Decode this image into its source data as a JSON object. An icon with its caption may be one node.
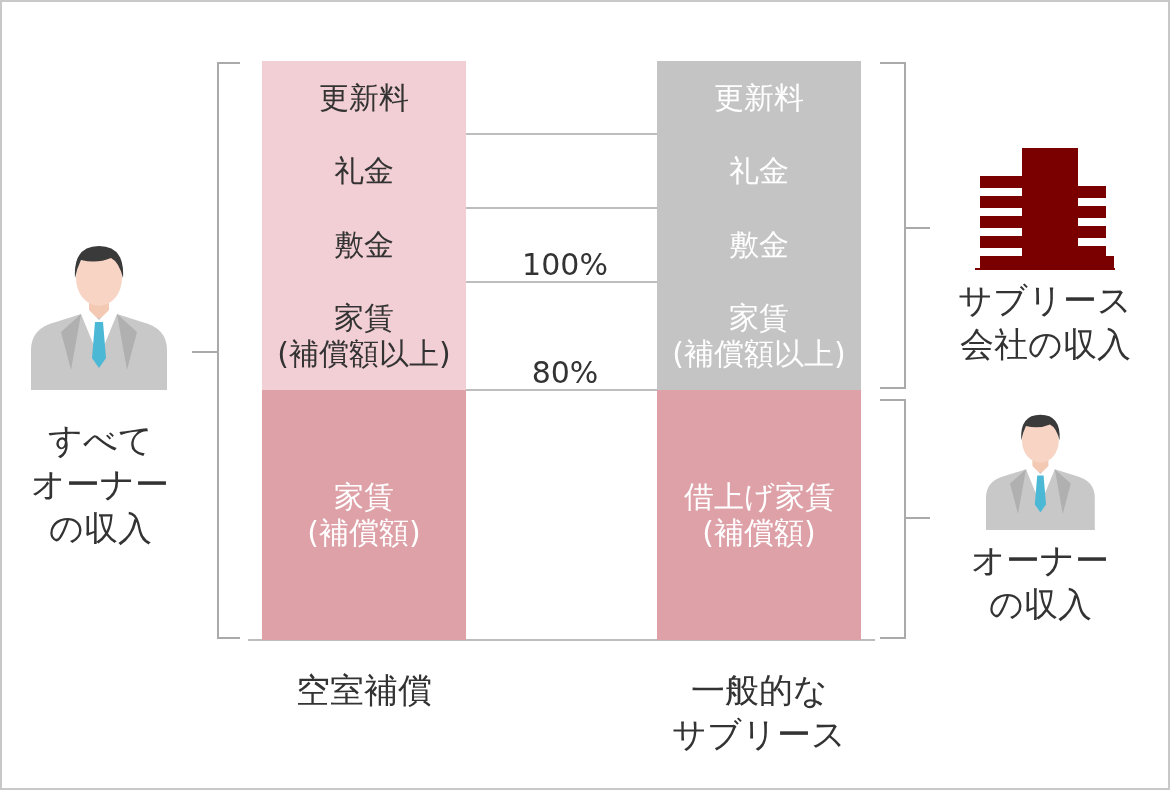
{
  "diagram": {
    "nodes": [
      {
        "text": [
          "更新料"
        ]
      },
      {
        "text": [
          "礼金"
        ]
      },
      {
        "text": [
          "敷金"
        ]
      },
      {
        "text": [
          "家賃(補償額以上)"
        ]
      },
      {
        "text": [
          "家賃(補償額)"
        ]
      },
      {
        "text": [
          "更新料"
        ]
      },
      {
        "text": [
          "礼金"
        ]
      },
      {
        "text": [
          "敷金"
        ]
      },
      {
        "text": [
          "家賃(補償額以上)"
        ]
      },
      {
        "text": [
          "借上げ家賃(補償額)"
        ]
      }
    ],
    "labels": [
      "100%",
      "80%",
      "すべてオーナーの収入",
      "サブリース会社の収入",
      "オーナーの収入",
      "空室補償",
      "一般的なサブリース"
    ]
  }
}
